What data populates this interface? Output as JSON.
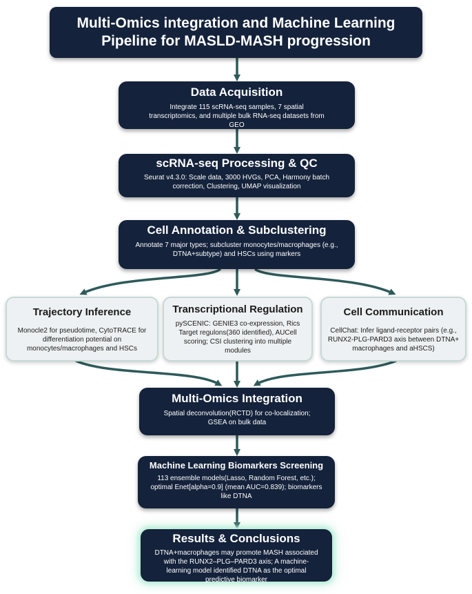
{
  "title": "Multi-Omics integration and Machine Learning Pipeline for MASLD-MASH progression",
  "steps": {
    "acquisition": {
      "title": "Data Acquisition",
      "text": "Integrate 115 scRNA-seq samples, 7 spatial transcriptomics, and multiple bulk RNA-seq datasets from GEO"
    },
    "processing": {
      "title": "scRNA-seq Processing & QC",
      "text": "Seurat v4.3.0: Scale data, 3000 HVGs, PCA, Harmony batch correction, Clustering, UMAP visualization"
    },
    "annotation": {
      "title": "Cell Annotation & Subclustering",
      "text": "Annotate 7 major types; subcluster monocytes/macrophages (e.g., DTNA+subtype) and HSCs using markers"
    },
    "trajectory": {
      "title": "Trajectory Inference",
      "text": "Monocle2 for pseudotime, CytoTRACE for differentiation potential on monocytes/macrophages and HSCs"
    },
    "regulation": {
      "title": "Transcriptional Regulation",
      "text": "pySCENIC: GENIE3 co-expression, Rics Target regulons(360 identified), AUCell scoring; CSI clustering into multiple modules"
    },
    "communication": {
      "title": "Cell Communication",
      "text": "CellChat: Infer ligand-receptor pairs (e.g., RUNX2-PLG-PARD3 axis between DTNA+ macrophages and aHSCS)"
    },
    "integration": {
      "title": "Multi-Omics Integration",
      "text": "Spatial deconvolution(RCTD) for co-localization; GSEA on bulk data"
    },
    "ml": {
      "title": "Machine Learning Biomarkers Screening",
      "text": "113 ensemble models(Lasso, Random Forest, etc.); optimal Enet[alpha=0.9] (mean AUC=0.839); biomarkers like DTNA"
    },
    "results": {
      "title": "Results & Conclusions",
      "text": "DTNA+macrophages may promote MASH associated with the RUNX2–PLG–PARD3 axis; A machine-learning model  identified DTNA as the optimal predictive biomarker"
    }
  },
  "colors": {
    "dark_box": "#14223b",
    "light_box": "#eef1f3",
    "arrow": "#2e5a5a",
    "glow": "#b9eed9"
  }
}
